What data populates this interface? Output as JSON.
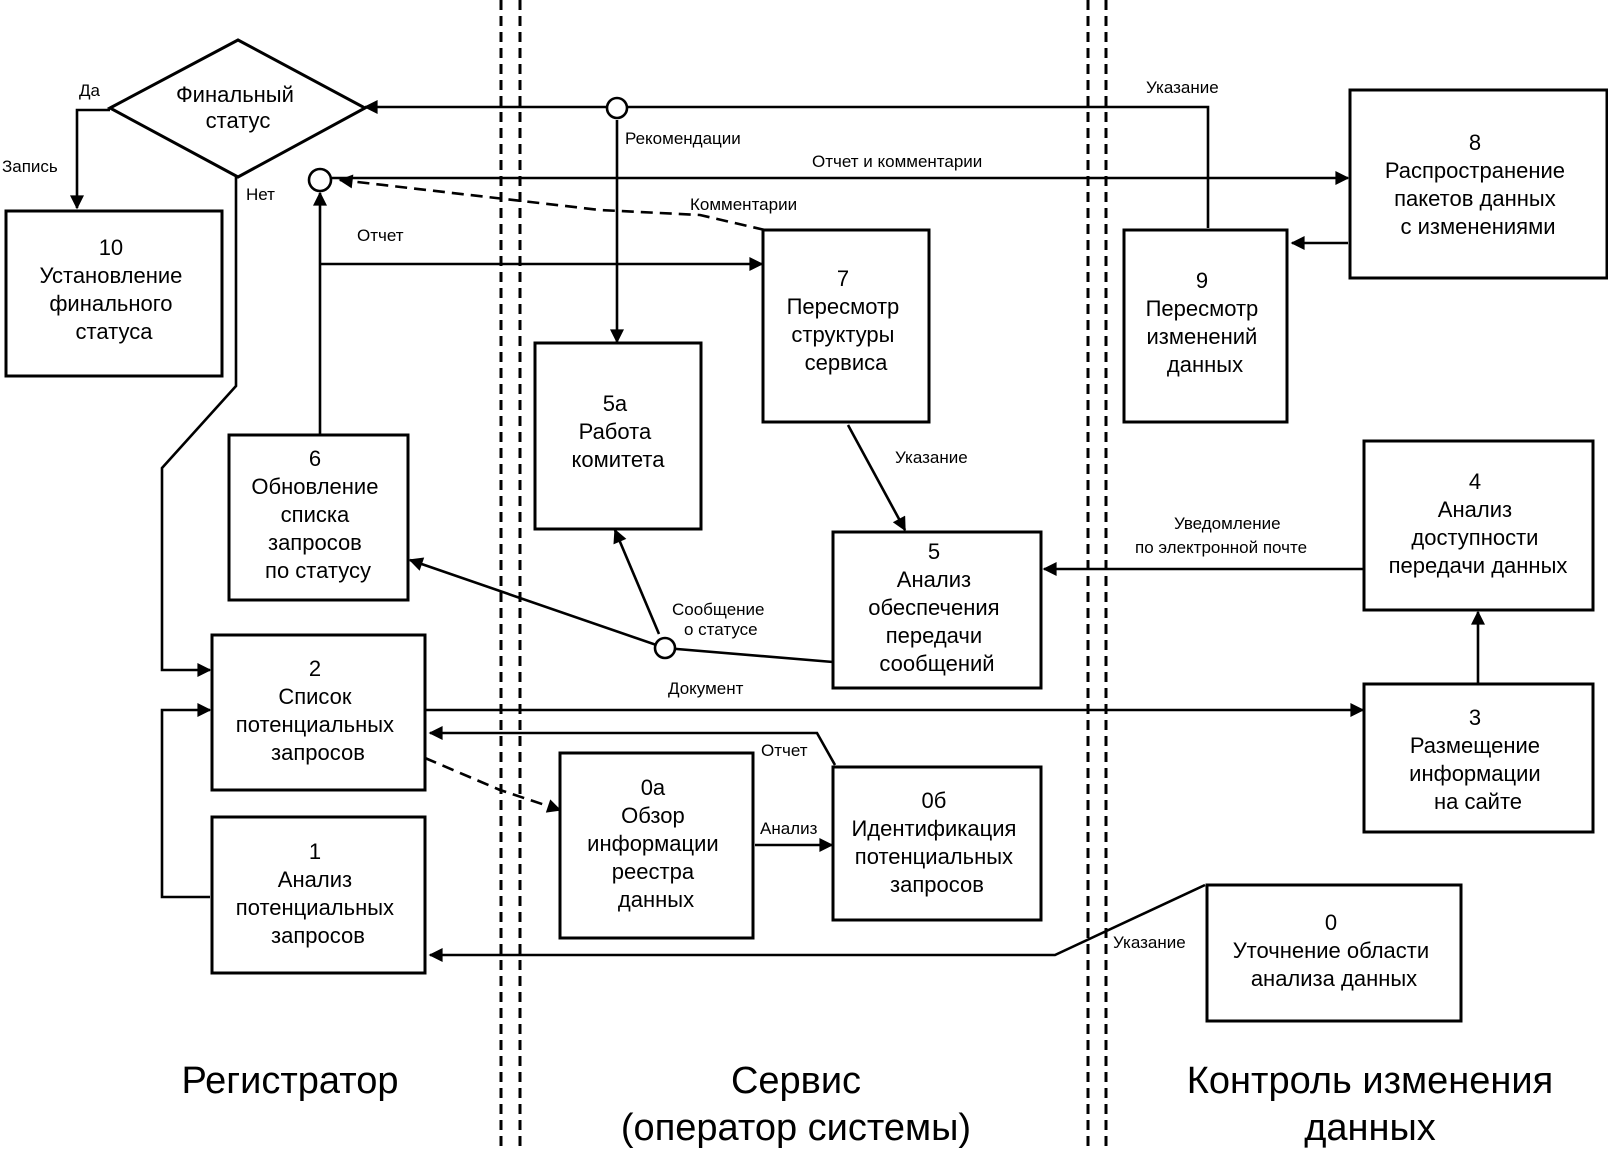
{
  "lanes": {
    "registrar": "Регистратор",
    "service_line1": "Сервис",
    "service_line2": "(оператор системы)",
    "control_line1": "Контроль изменения",
    "control_line2": "данных"
  },
  "boxes": {
    "b10": [
      "10",
      "Установление",
      "финального",
      "статуса"
    ],
    "b6": [
      "6",
      "Обновление",
      "списка",
      "запросов",
      "по статусу"
    ],
    "b2": [
      "2",
      "Список",
      "потенциальных",
      "запросов"
    ],
    "b1": [
      "1",
      "Анализ",
      "потенциальных",
      "запросов"
    ],
    "b5a": [
      "5а",
      "Работа",
      "комитета"
    ],
    "b7": [
      "7",
      "Пересмотр",
      "структуры",
      "сервиса"
    ],
    "b5": [
      "5",
      "Анализ",
      "обеспечения",
      "передачи",
      "сообщений"
    ],
    "b0a": [
      "0а",
      "Обзор",
      "информации",
      "реестра",
      "данных"
    ],
    "b0b": [
      "0б",
      "Идентификация",
      "потенциальных",
      "запросов"
    ],
    "b9": [
      "9",
      "Пересмотр",
      "изменений",
      "данных"
    ],
    "b8": [
      "8",
      "Распространение",
      "пакетов данных",
      "с изменениями"
    ],
    "b4": [
      "4",
      "Анализ",
      "доступности",
      "передачи данных"
    ],
    "b3": [
      "3",
      "Размещение",
      "информации",
      "на сайте"
    ],
    "b0": [
      "0",
      "Уточнение области",
      "анализа данных"
    ]
  },
  "decision": [
    "Финальный",
    "статус"
  ],
  "labels": {
    "yes": "Да",
    "record": "Запись",
    "no": "Нет",
    "instruction_top": "Указание",
    "recommendations": "Рекомендации",
    "report_and_comments": "Отчет и комментарии",
    "comments": "Комментарии",
    "report_top": "Отчет",
    "instruction_mid": "Указание",
    "email_line1": "Уведомление",
    "email_line2": "по электронной почте",
    "status_msg_line1": "Сообщение",
    "status_msg_line2": "о статусе",
    "document": "Документ",
    "report_bottom": "Отчет",
    "analysis": "Анализ",
    "instruction_bottom": "Указание"
  }
}
